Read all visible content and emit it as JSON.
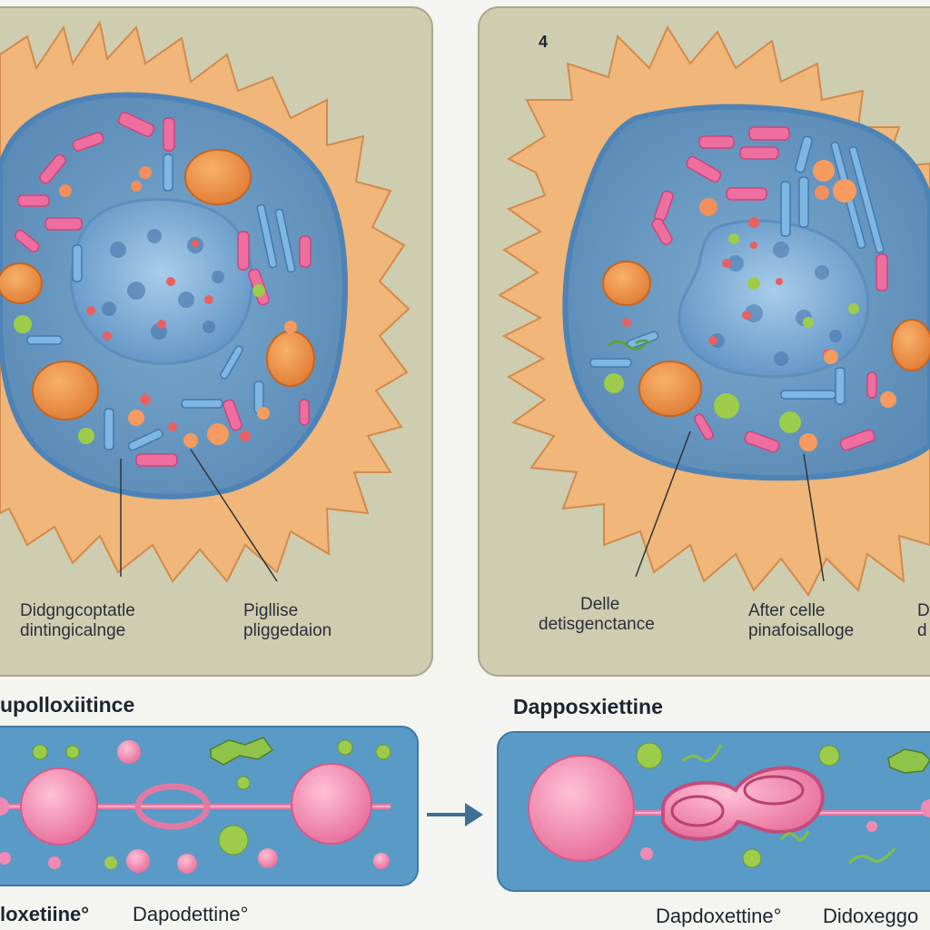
{
  "panel_left": {
    "label_1_line1": "Didgngcoptatle",
    "label_1_line2": "dintingicalnge",
    "label_2_line1": "Pigllise",
    "label_2_line2": "pliggedaion"
  },
  "panel_right": {
    "step_number": "4",
    "label_1_line1": "Delle",
    "label_1_line2": "detisgenctance",
    "label_2_line1": "After celle",
    "label_2_line2": "pinafoisalloge",
    "label_3_line1": "D",
    "label_3_line2": "d"
  },
  "strip_left": {
    "heading": "upolloxiitince",
    "caption_1": "loxetiine°",
    "caption_2": "Dapodettine°"
  },
  "strip_right": {
    "heading": "Dapposxiettine",
    "caption_1": "Dapdoxettine°",
    "caption_2": "Didoxeggo"
  },
  "colors": {
    "panel_bg": "#cfcdb0",
    "membrane": "#f0b67a",
    "cytoplasm": "#6d9fc4",
    "nucleus": "#8ab6dc",
    "strip_bg": "#5a9ac6",
    "vesicle_pink": "#f07fa8",
    "organelle_green": "#96c844",
    "arrow": "#3f6f93"
  },
  "icons": {
    "arrow": "right-arrow-icon"
  }
}
